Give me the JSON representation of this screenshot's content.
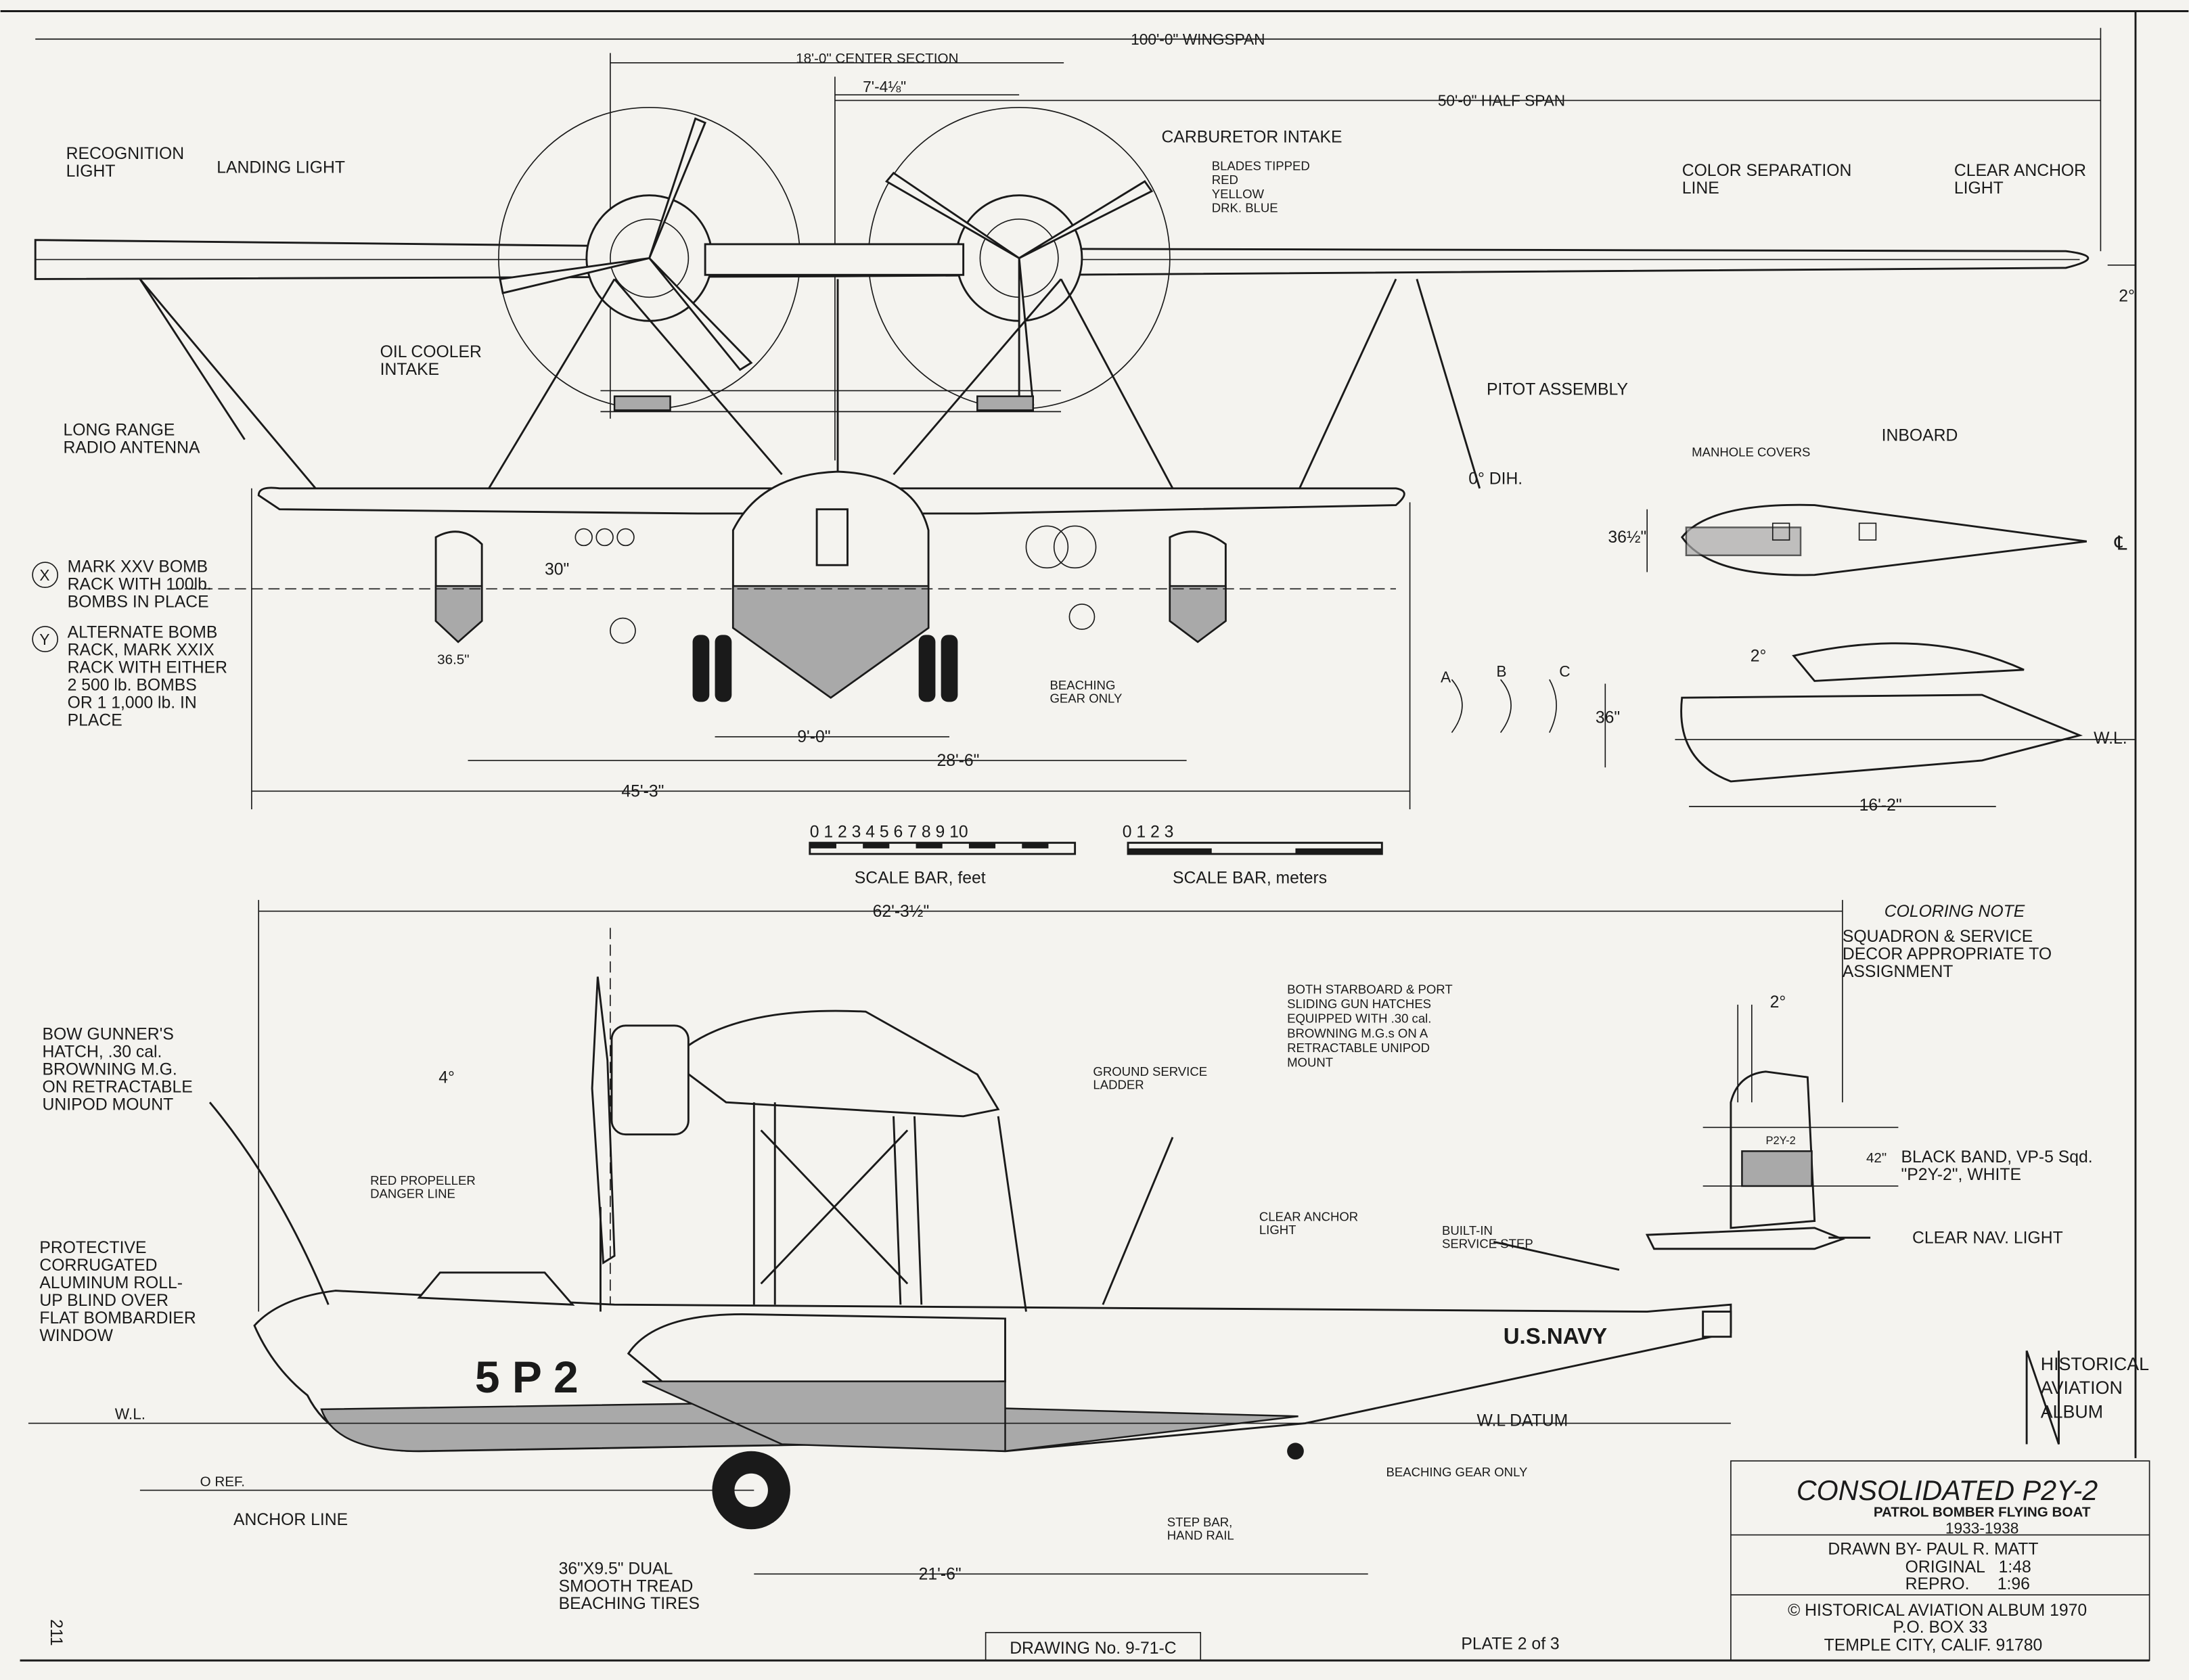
{
  "colors": {
    "paper": "#f4f3ef",
    "ink": "#1a1a1a",
    "shade": "#a9a9a9"
  },
  "labels": {
    "wingspan": [
      "100'-0\" WINGSPAN"
    ],
    "center_section": [
      "18'-0\" CENTER SECTION"
    ],
    "seven_four": [
      "7'-4⅛\""
    ],
    "half_span": [
      "50'-0\" HALF SPAN"
    ],
    "recognition_light": [
      "RECOGNITION",
      "LIGHT"
    ],
    "landing_light": [
      "LANDING LIGHT"
    ],
    "carburetor_intake": [
      "CARBURETOR INTAKE"
    ],
    "blades_tipped": [
      "BLADES TIPPED",
      "RED",
      "YELLOW",
      "DRK. BLUE"
    ],
    "color_separation": [
      "COLOR SEPARATION",
      "LINE"
    ],
    "clear_anchor_light_top": [
      "CLEAR ANCHOR",
      "LIGHT"
    ],
    "two_deg_top": [
      "2°"
    ],
    "oil_cooler": [
      "OIL COOLER",
      "INTAKE"
    ],
    "pitot": [
      "PITOT ASSEMBLY"
    ],
    "radio_antenna": [
      "LONG RANGE",
      "RADIO ANTENNA"
    ],
    "zero_dih": [
      "0° DIH."
    ],
    "manhole": [
      "MANHOLE COVERS"
    ],
    "inboard": [
      "INBOARD"
    ],
    "thirty_six_half": [
      "36½\""
    ],
    "centerline": [
      "℄"
    ],
    "note_x": [
      "MARK XXV BOMB",
      "RACK WITH 100lb.",
      "BOMBS IN PLACE"
    ],
    "note_y": [
      "ALTERNATE BOMB",
      "RACK, MARK XXIX",
      "RACK WITH EITHER",
      "2 500 lb. BOMBS",
      "OR 1 1,000 lb. IN",
      "PLACE"
    ],
    "x_mark": [
      "X"
    ],
    "y_mark": [
      "Y"
    ],
    "thirty_in": [
      "30\""
    ],
    "thirty_six_five": [
      "36.5\""
    ],
    "beaching_gear_front": [
      "BEACHING",
      "GEAR ONLY"
    ],
    "nine_zero": [
      "9'-0\""
    ],
    "twenty_eight_six": [
      "28'-6\""
    ],
    "forty_five_three": [
      "45'-3\""
    ],
    "section_a": [
      "A"
    ],
    "section_b": [
      "B"
    ],
    "section_c": [
      "C"
    ],
    "two_deg_float": [
      "2°"
    ],
    "thirty_six_in": [
      "36\""
    ],
    "wl_float": [
      "W.L."
    ],
    "sixteen_two": [
      "16'-2\""
    ],
    "scale_feet_ticks": [
      "0 1 2 3 4 5 6 7 8 9 10"
    ],
    "scale_feet": [
      "SCALE BAR, feet"
    ],
    "scale_m_ticks": [
      "0            1            2            3"
    ],
    "scale_m": [
      "SCALE BAR, meters"
    ],
    "sixty_two": [
      "62'-3½\""
    ],
    "coloring_note_title": [
      "COLORING NOTE"
    ],
    "coloring_note": [
      "SQUADRON & SERVICE",
      "DECOR APPROPRIATE TO",
      "ASSIGNMENT"
    ],
    "bow_gunner": [
      "BOW GUNNER'S",
      "HATCH, .30 cal.",
      "BROWNING M.G.",
      "ON RETRACTABLE",
      "UNIPOD MOUNT"
    ],
    "four_deg": [
      "4°"
    ],
    "ground_ladder": [
      "GROUND SERVICE",
      "LADDER"
    ],
    "gun_hatches": [
      "BOTH STARBOARD & PORT",
      "SLIDING GUN HATCHES",
      "EQUIPPED WITH .30 cal.",
      "BROWNING M.G.s ON A",
      "RETRACTABLE UNIPOD",
      "MOUNT"
    ],
    "two_deg_side": [
      "2°"
    ],
    "red_prop": [
      "RED PROPELLER",
      "DANGER LINE"
    ],
    "black_band": [
      "BLACK BAND, VP-5 Sqd.",
      "\"P2Y-2\", WHITE"
    ],
    "forty_two": [
      "42\""
    ],
    "tail_code": [
      "P2Y-2"
    ],
    "clear_anchor_side": [
      "CLEAR ANCHOR",
      "LIGHT"
    ],
    "service_step": [
      "BUILT-IN",
      "SERVICE STEP"
    ],
    "clear_nav": [
      "CLEAR NAV. LIGHT"
    ],
    "protective": [
      "PROTECTIVE",
      "CORRUGATED",
      "ALUMINUM ROLL-",
      "UP BLIND OVER",
      "FLAT BOMBARDIER",
      "WINDOW"
    ],
    "us_navy": [
      "U.S.NAVY"
    ],
    "hull_code": [
      "5 P 2"
    ],
    "wl_side": [
      "W.L."
    ],
    "wl_datum": [
      "W.L        DATUM"
    ],
    "o_ref": [
      "O REF."
    ],
    "beaching_side": [
      "BEACHING GEAR ONLY"
    ],
    "anchor_line": [
      "ANCHOR LINE"
    ],
    "step_bar": [
      "STEP BAR,",
      "HAND RAIL"
    ],
    "tires": [
      "36\"X9.5\" DUAL",
      "SMOOTH TREAD",
      "BEACHING TIRES"
    ],
    "twenty_one_six": [
      "21'-6\""
    ],
    "page_no": [
      "211"
    ],
    "drawing_no": [
      "DRAWING No. 9-71-C"
    ],
    "plate": [
      "PLATE 2 of 3"
    ],
    "logo": [
      "HISTORICAL",
      "AVIATION",
      "ALBUM"
    ]
  },
  "title_block": {
    "title": "CONSOLIDATED P2Y-2",
    "subtitle": "PATROL BOMBER FLYING BOAT",
    "years": "1933-1938",
    "drawn_by": "DRAWN BY- PAUL R. MATT",
    "original": "ORIGINAL   1:48",
    "repro": "REPRO.      1:96",
    "copyright": "© HISTORICAL AVIATION ALBUM 1970",
    "po_box": "P.O. BOX 33",
    "city": "TEMPLE CITY, CALIF. 91780"
  }
}
